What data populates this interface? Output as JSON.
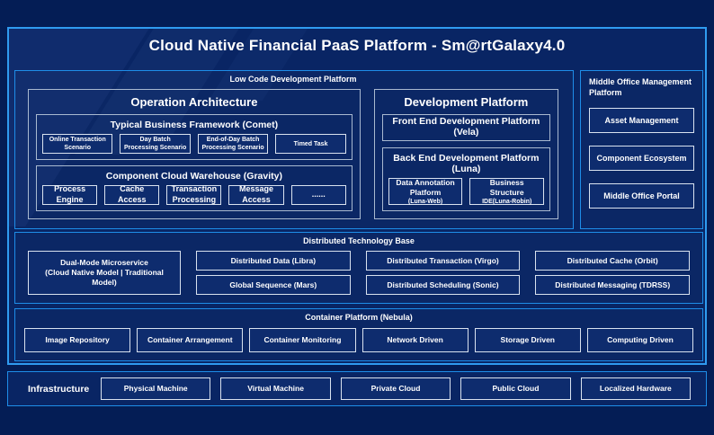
{
  "title": "Cloud Native Financial PaaS Platform - Sm@rtGalaxy4.0",
  "colors": {
    "background": "#041d55",
    "panel_fill": "#092564",
    "accent_border": "#1e8de8",
    "mid_border": "#a9b9d0",
    "leaf_border": "#d9e2ef",
    "text": "#ffffff"
  },
  "low_code": {
    "label": "Low Code Development Platform",
    "operation": {
      "title": "Operation Architecture",
      "comet": {
        "title": "Typical Business Framework (Comet)",
        "items": [
          "Online Transaction Scenario",
          "Day Batch Processing Scenario",
          "End-of-Day Batch Processing Scenario",
          "Timed Task"
        ]
      },
      "gravity": {
        "title": "Component Cloud Warehouse (Gravity)",
        "items": [
          "Process Engine",
          "Cache Access",
          "Transaction Processing",
          "Message Access",
          "......"
        ]
      }
    },
    "development": {
      "title": "Development Platform",
      "front_end": "Front End Development Platform (Vela)",
      "back_end": {
        "title": "Back End Development Platform (Luna)",
        "items": [
          {
            "label": "Data Annotation Platform",
            "sub": "(Luna-Web)"
          },
          {
            "label": "Business Structure",
            "sub": "IDE(Luna-Robin)"
          }
        ]
      }
    }
  },
  "middle_office": {
    "title": "Middle Office Management Platform",
    "items": [
      "Asset Management",
      "Component Ecosystem",
      "Middle Office Portal"
    ]
  },
  "distributed": {
    "title": "Distributed Technology Base",
    "dual_mode_lines": [
      "Dual-Mode Microservice",
      "(Cloud Native Model | Traditional",
      "Model)"
    ],
    "grid": [
      [
        "Distributed Data (Libra)",
        "Distributed Transaction (Virgo)",
        "Distributed Cache (Orbit)"
      ],
      [
        "Global Sequence (Mars)",
        "Distributed Scheduling (Sonic)",
        "Distributed Messaging (TDRSS)"
      ]
    ]
  },
  "container": {
    "title": "Container Platform (Nebula)",
    "items": [
      "Image Repository",
      "Container Arrangement",
      "Container Monitoring",
      "Network Driven",
      "Storage Driven",
      "Computing Driven"
    ]
  },
  "infrastructure": {
    "label": "Infrastructure",
    "items": [
      "Physical Machine",
      "Virtual Machine",
      "Private Cloud",
      "Public Cloud",
      "Localized Hardware"
    ]
  }
}
